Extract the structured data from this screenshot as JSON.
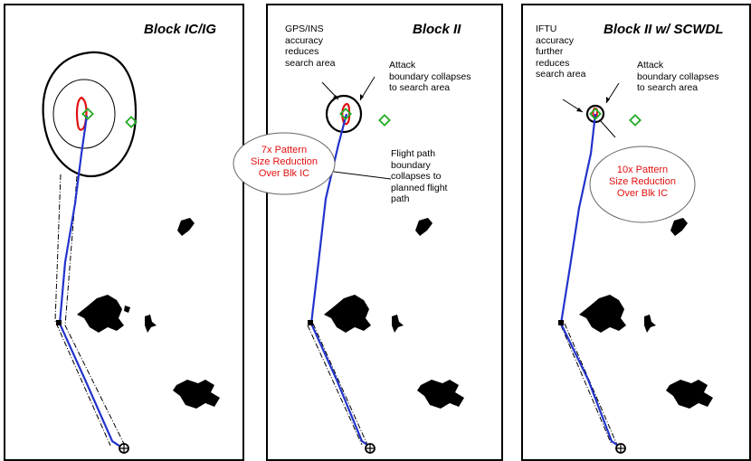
{
  "panels": [
    {
      "title": "Block IC/IG"
    },
    {
      "title": "Block II",
      "notes": {
        "accuracy": [
          "GPS/INS",
          "accuracy",
          "reduces",
          "search area"
        ],
        "attack": [
          "Attack",
          "boundary collapses",
          "to search area"
        ],
        "flight_path": [
          "Flight path",
          "boundary",
          "collapses to",
          "planned flight",
          "path"
        ]
      },
      "callout": [
        "7x Pattern",
        "Size Reduction",
        "Over Blk IC"
      ]
    },
    {
      "title": "Block II w/ SCWDL",
      "notes": {
        "accuracy": [
          "IFTU",
          "accuracy",
          "further",
          "reduces",
          "search area"
        ],
        "attack": [
          "Attack",
          "boundary collapses",
          "to search area"
        ]
      },
      "callout": [
        "10x Pattern",
        "Size Reduction",
        "Over Blk IC"
      ]
    }
  ],
  "colors": {
    "flight_path": "#2233cc",
    "search_area": "#e01010",
    "target_marker": "#22aa22",
    "callout_text": "#e01010",
    "outline": "#000000"
  },
  "icons": [
    "target-diamond-icon",
    "launch-point-icon",
    "waypoint-icon"
  ]
}
